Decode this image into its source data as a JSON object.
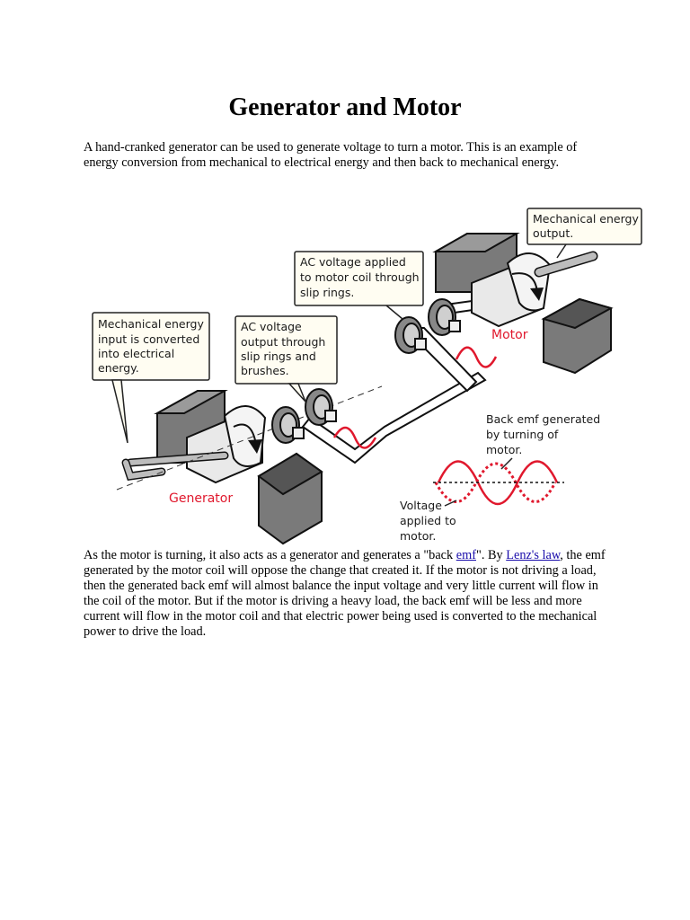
{
  "title": "Generator and Motor",
  "intro": "A hand-cranked generator can be used to generate voltage to turn a motor. This is an example of energy conversion from mechanical to electrical energy and then back to mechanical energy.",
  "figure": {
    "callouts": {
      "mech_output": [
        "Mechanical energy",
        "output."
      ],
      "ac_applied": [
        "AC voltage applied",
        "to motor coil through",
        "slip rings."
      ],
      "mech_input": [
        "Mechanical energy",
        "input is converted",
        "into electrical",
        "energy."
      ],
      "ac_output": [
        "AC voltage",
        "output through",
        "slip rings and",
        "brushes."
      ],
      "back_emf": [
        "Back emf generated",
        "by turning of",
        "motor."
      ],
      "voltage_applied": [
        "Voltage",
        "applied to",
        "motor."
      ]
    },
    "labels": {
      "motor": "Motor",
      "generator": "Generator"
    },
    "colors": {
      "signal": "#e0182d",
      "magnet": "#7a7a7a",
      "wire": "#ffffff",
      "outline": "#111111"
    }
  },
  "body": {
    "before_emf": "As the motor is turning, it also acts as a generator and generates a \"back ",
    "emf_link": "emf",
    "between": "\". By ",
    "lenz_link": "Lenz's law",
    "after": ", the emf generated by the motor coil will oppose the change that created it. If the motor is not driving a load, then the generated back emf will almost balance the input voltage and very little current will flow in the coil of the motor. But if the motor is driving a heavy load, the back emf will be less and more current will flow in the motor coil and that electric power being used is converted to the mechanical power to drive the load."
  }
}
